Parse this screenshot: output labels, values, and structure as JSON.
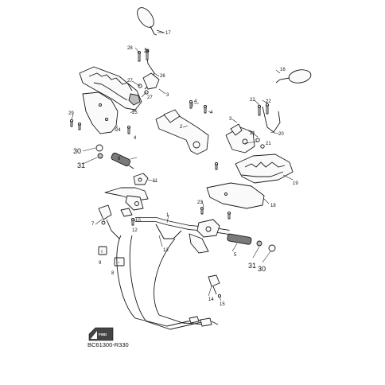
{
  "diagram": {
    "reference_code": "BC61300-R330",
    "forward_marker_text": "FWD",
    "callouts": {
      "c1": "1",
      "c2": "2",
      "c3": "3",
      "c4a": "4",
      "c4b": "4",
      "c4c": "4",
      "c5": "5",
      "c6": "6",
      "c7": "7",
      "c8": "8",
      "c9": "9",
      "c10": "10",
      "c11": "11",
      "c12": "12",
      "c13": "13",
      "c14": "14",
      "c15": "15",
      "c16": "16",
      "c17": "17",
      "c18": "18",
      "c19": "19",
      "c20": "20",
      "c21a": "21",
      "c21b": "21",
      "c22a": "22",
      "c22b": "22",
      "c23": "23",
      "c24": "24",
      "c25": "25",
      "c26": "26",
      "c27a": "27",
      "c27b": "27",
      "c28a": "28",
      "c28b": "28",
      "c29": "29",
      "c30a": "30",
      "c30b": "30",
      "c31a": "31",
      "c31b": "31"
    }
  }
}
